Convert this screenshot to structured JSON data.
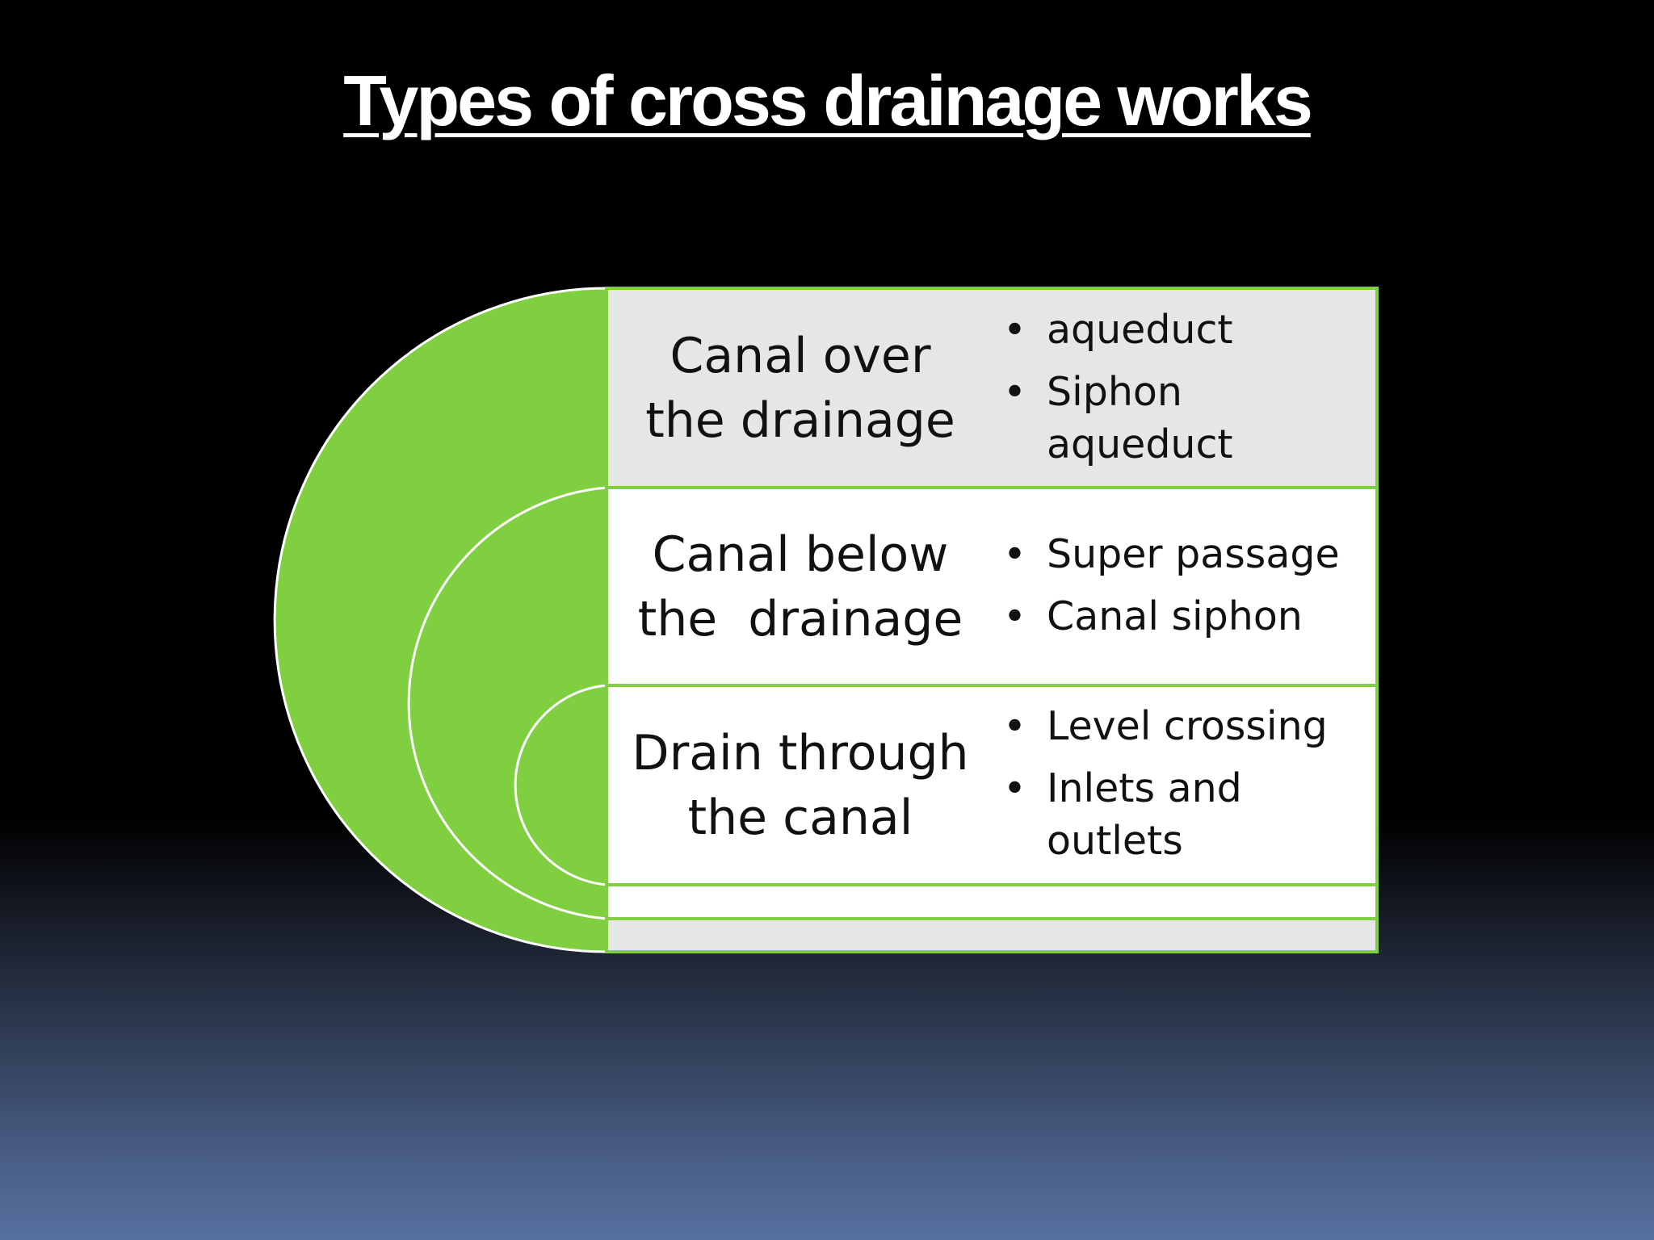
{
  "title": "Types of cross drainage works",
  "colors": {
    "accent_green": "#80cf41",
    "row_grey": "#e6e6e6",
    "row_white": "#ffffff",
    "outline": "#ffffff"
  },
  "rows": [
    {
      "label": "Canal over\nthe drainage",
      "items": [
        "aqueduct",
        "Siphon\naqueduct"
      ]
    },
    {
      "label": "Canal below\nthe  drainage",
      "items": [
        "Super passage",
        "Canal siphon"
      ]
    },
    {
      "label": "Drain through\nthe canal",
      "items": [
        "Level crossing",
        "Inlets and\noutlets"
      ]
    }
  ]
}
